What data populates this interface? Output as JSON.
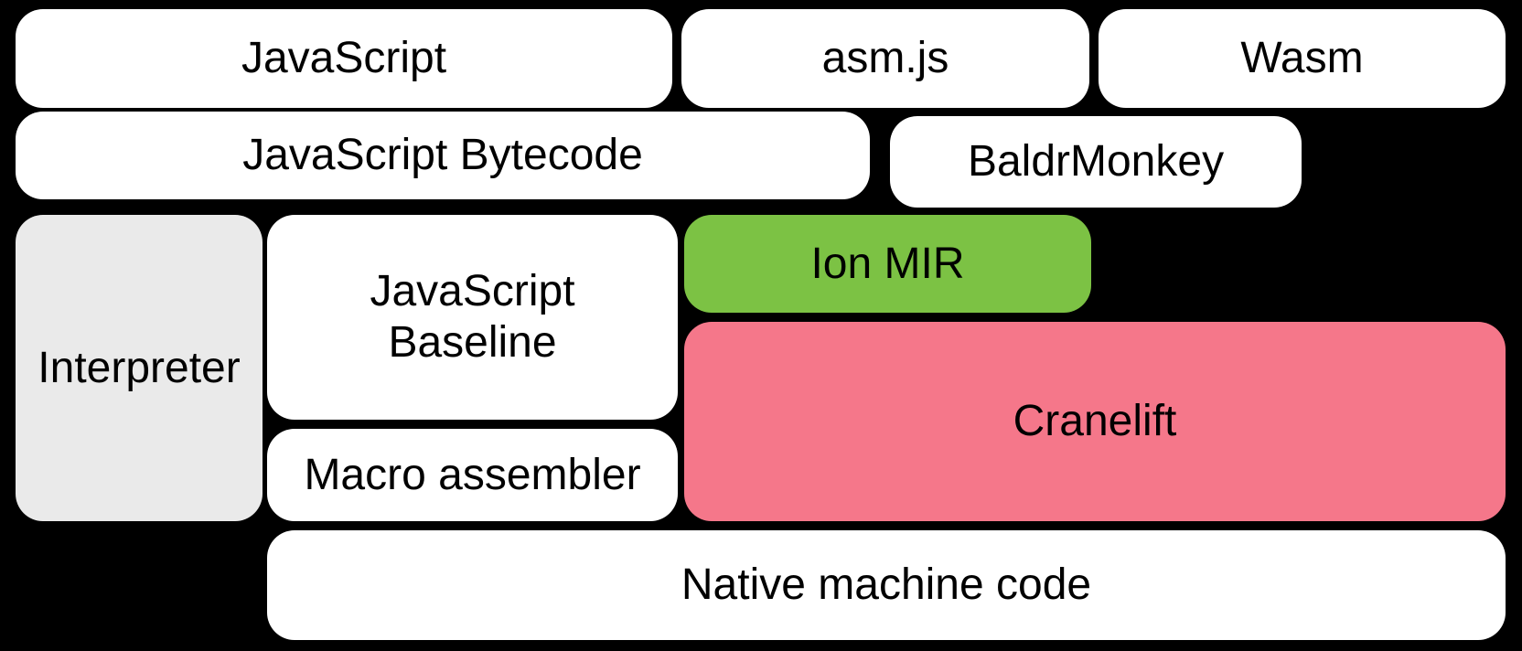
{
  "diagram": {
    "background_color": "#000000",
    "text_color": "#000000",
    "colors": {
      "default_box": "#ffffff",
      "interpreter_gray": "#eaeaea",
      "ion_green": "#7cc244",
      "cranelift_pink": "#f5778a"
    },
    "nodes": [
      {
        "id": "javascript",
        "label": "JavaScript",
        "color": "#ffffff"
      },
      {
        "id": "asmjs",
        "label": "asm.js",
        "color": "#ffffff"
      },
      {
        "id": "wasm",
        "label": "Wasm",
        "color": "#ffffff"
      },
      {
        "id": "javascript-bytecode",
        "label": "JavaScript Bytecode",
        "color": "#ffffff"
      },
      {
        "id": "baldrmonkey",
        "label": "BaldrMonkey",
        "color": "#ffffff"
      },
      {
        "id": "interpreter",
        "label": "Interpreter",
        "color": "#eaeaea"
      },
      {
        "id": "javascript-baseline",
        "label": "JavaScript\nBaseline",
        "color": "#ffffff"
      },
      {
        "id": "ion-mir",
        "label": "Ion MIR",
        "color": "#7cc244"
      },
      {
        "id": "cranelift",
        "label": "Cranelift",
        "color": "#f5778a"
      },
      {
        "id": "macro-assembler",
        "label": "Macro assembler",
        "color": "#ffffff"
      },
      {
        "id": "native-machine-code",
        "label": "Native machine code",
        "color": "#ffffff"
      }
    ]
  }
}
